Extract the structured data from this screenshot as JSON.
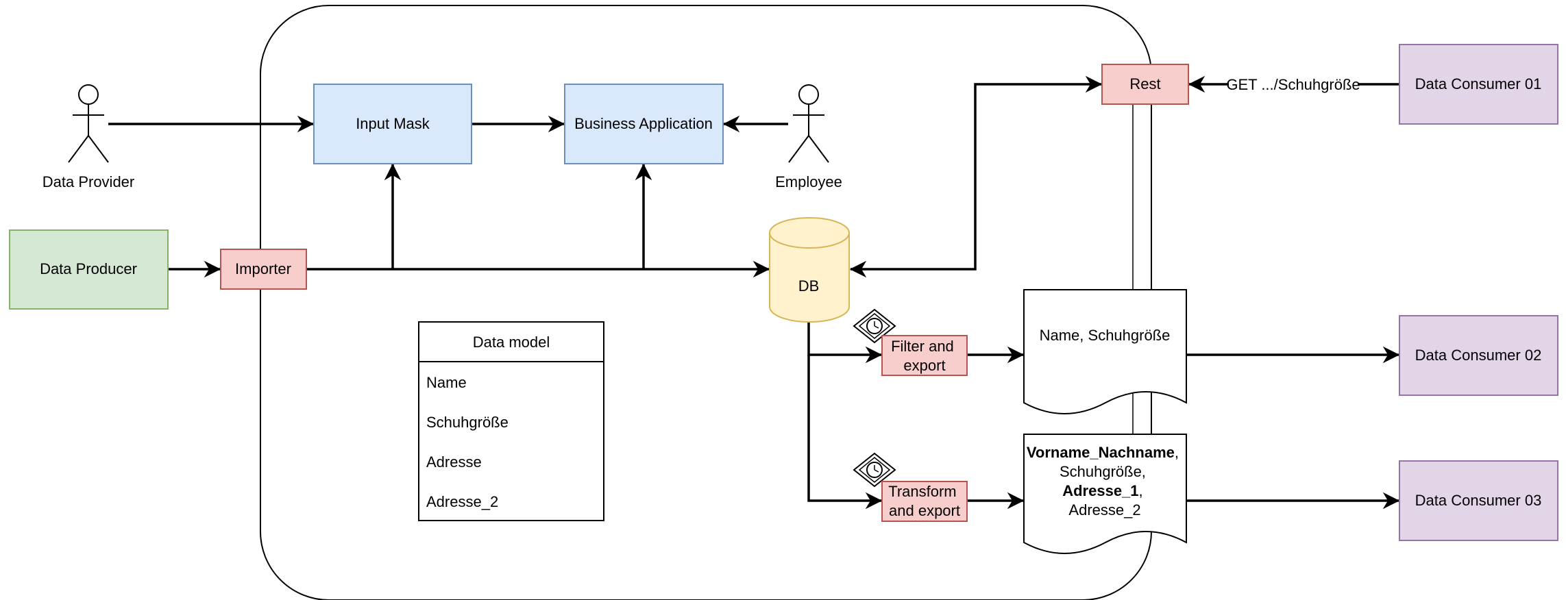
{
  "actors": {
    "data_provider": "Data Provider",
    "employee": "Employee"
  },
  "boxes": {
    "data_producer": "Data Producer",
    "importer": "Importer",
    "input_mask": "Input Mask",
    "business_application": "Business Application",
    "rest": "Rest",
    "db": "DB",
    "filter_export_line1": "Filter and",
    "filter_export_line2": "export",
    "transform_export_line1": "Transform",
    "transform_export_line2": "and export"
  },
  "consumers": {
    "c01": "Data Consumer 01",
    "c02": "Data Consumer 02",
    "c03": "Data Consumer 03"
  },
  "edge_labels": {
    "get_request": "GET .../Schuhgröße"
  },
  "documents": {
    "doc1": "Name, Schuhgröße",
    "doc2": {
      "l1_bold": "Vorname_Nachname",
      "l1_rest": ",",
      "l2": "Schuhgröße,",
      "l3_bold": "Adresse_1",
      "l3_rest": ",",
      "l4": "Adresse_2"
    }
  },
  "data_model": {
    "title": "Data model",
    "fields": [
      "Name",
      "Schuhgröße",
      "Adresse",
      "Adresse_2"
    ]
  },
  "colors": {
    "green_fill": "#d5e8d4",
    "green_stroke": "#82b366",
    "blue_fill": "#dae8fc",
    "blue_stroke": "#6c8ebf",
    "red_fill": "#f8cecc",
    "red_stroke": "#b85450",
    "yellow_fill": "#fff2cc",
    "yellow_stroke": "#d6b656",
    "purple_fill": "#e1d5e7",
    "purple_stroke": "#9673a6"
  }
}
